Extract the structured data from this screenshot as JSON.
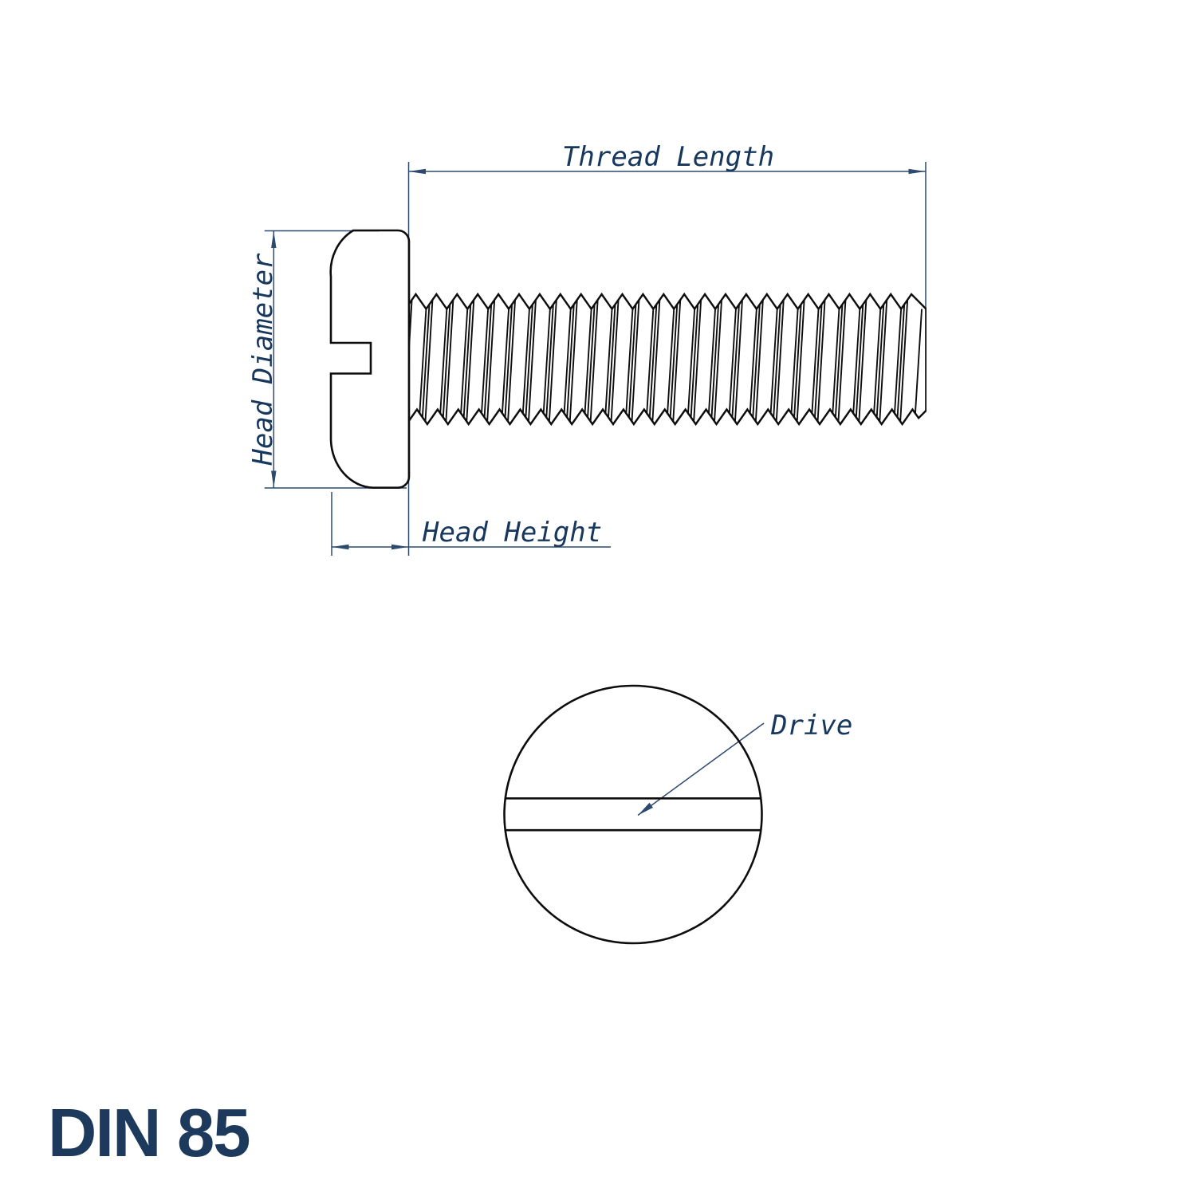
{
  "drawing_title": "DIN 85",
  "labels": {
    "thread_length": "Thread Length",
    "head_diameter": "Head Diameter",
    "head_height": "Head Height",
    "drive": "Drive"
  },
  "colors": {
    "outline": "#0d0d0d",
    "dimension": "#2b4a6e",
    "label_text": "#17375c",
    "title": "#1d3a5c"
  }
}
